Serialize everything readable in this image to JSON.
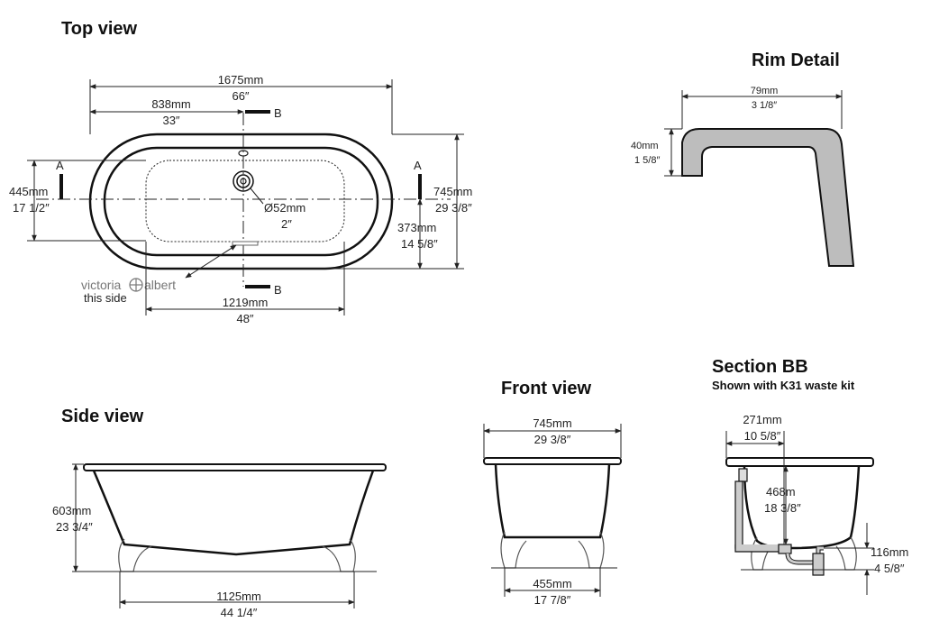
{
  "titles": {
    "top_view": "Top view",
    "rim_detail": "Rim Detail",
    "side_view": "Side view",
    "front_view": "Front view",
    "section_bb": "Section BB",
    "section_bb_sub": "Shown with K31 waste kit"
  },
  "top_view": {
    "length_mm": "1675mm",
    "length_in": "66″",
    "half_mm": "838mm",
    "half_in": "33″",
    "inner_mm": "1219mm",
    "inner_in": "48″",
    "width_mm": "745mm",
    "width_in": "29 3/8″",
    "inner_width_mm": "445mm",
    "inner_width_in": "17 1/2″",
    "waste_offset_mm": "373mm",
    "waste_offset_in": "14 5/8″",
    "waste_dia_mm": "Ø52mm",
    "waste_dia_in": "2″",
    "section_a": "A",
    "section_b": "B",
    "logo_left": "victoria",
    "logo_right": "albert",
    "logo_note": "this side"
  },
  "rim_detail": {
    "width_mm": "79mm",
    "width_in": "3 1/8″",
    "height_mm": "40mm",
    "height_in": "1 5/8″"
  },
  "side_view": {
    "height_mm": "603mm",
    "height_in": "23 3/4″",
    "feet_mm": "1125mm",
    "feet_in": "44 1/4″"
  },
  "front_view": {
    "width_mm": "745mm",
    "width_in": "29 3/8″",
    "feet_mm": "455mm",
    "feet_in": "17 7/8″"
  },
  "section_bb": {
    "offset_mm": "271mm",
    "offset_in": "10 5/8″",
    "depth_mm": "468m",
    "depth_in": "18 3/8″",
    "waste_h_mm": "116mm",
    "waste_h_in": "4 5/8″"
  }
}
